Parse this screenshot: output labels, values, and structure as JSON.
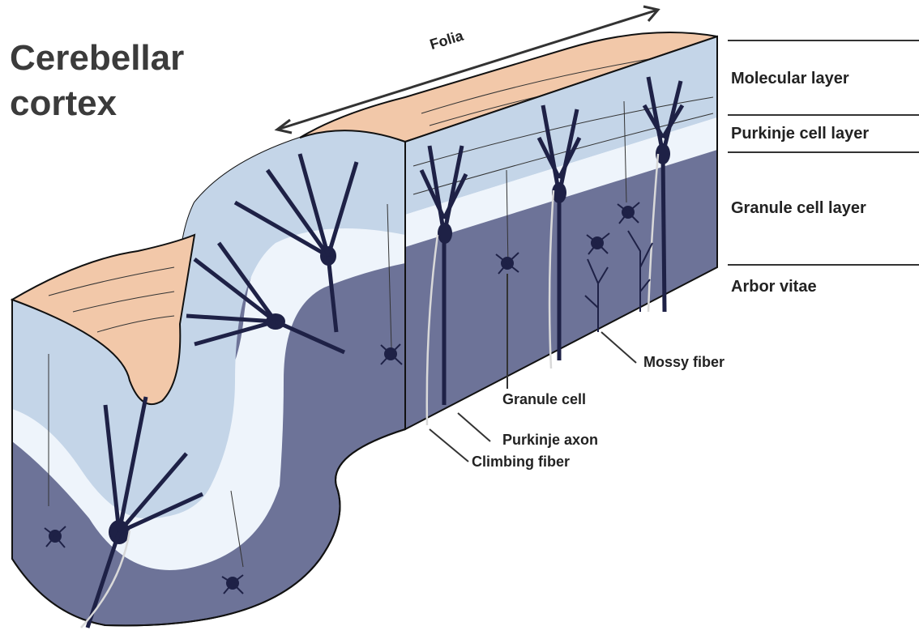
{
  "title_line1": "Cerebellar",
  "title_line2": "cortex",
  "folia_label": "Folia",
  "layers": {
    "molecular": "Molecular layer",
    "purkinje": "Purkinje cell layer",
    "granule": "Granule cell layer",
    "arbor": "Arbor vitae"
  },
  "callouts": {
    "mossy_fiber": "Mossy fiber",
    "granule_cell": "Granule cell",
    "purkinje_axon": "Purkinje axon",
    "climbing_fiber": "Climbing fiber"
  },
  "colors": {
    "molecular": "#c4d5e8",
    "purkinje_layer": "#eef4fb",
    "granule": "#6d7398",
    "surface": "#f2c8a9",
    "cell": "#1e2146"
  }
}
